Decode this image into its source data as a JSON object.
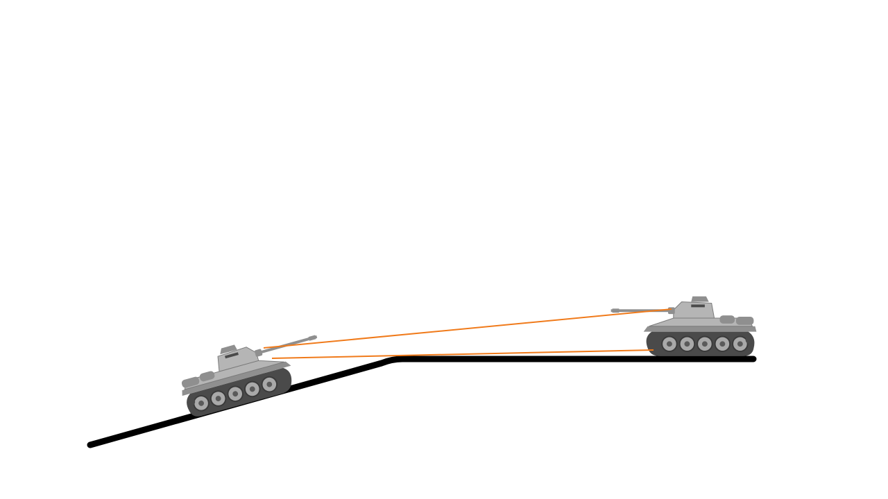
{
  "colors": {
    "background": "#ffffff",
    "ground": "#000000",
    "sight_line": "#f07a1a",
    "tank_hull": "#8f8f8f",
    "tank_dark": "#4a4a4a",
    "tank_light": "#b5b5b5",
    "tank_wheel": "#a9a9a9"
  },
  "scene": {
    "ground": {
      "kind": "terrain",
      "segments": [
        "slope",
        "plateau"
      ]
    },
    "tanks": [
      {
        "id": "left-tank",
        "facing": "right",
        "position": "slope"
      },
      {
        "id": "right-tank",
        "facing": "left",
        "position": "plateau"
      }
    ],
    "sight_lines": [
      {
        "id": "upper-sight-line",
        "from": "left-tank-turret",
        "to": "right-tank-turret"
      },
      {
        "id": "lower-sight-line",
        "from": "left-tank-hull",
        "to": "right-tank-hull"
      }
    ]
  }
}
